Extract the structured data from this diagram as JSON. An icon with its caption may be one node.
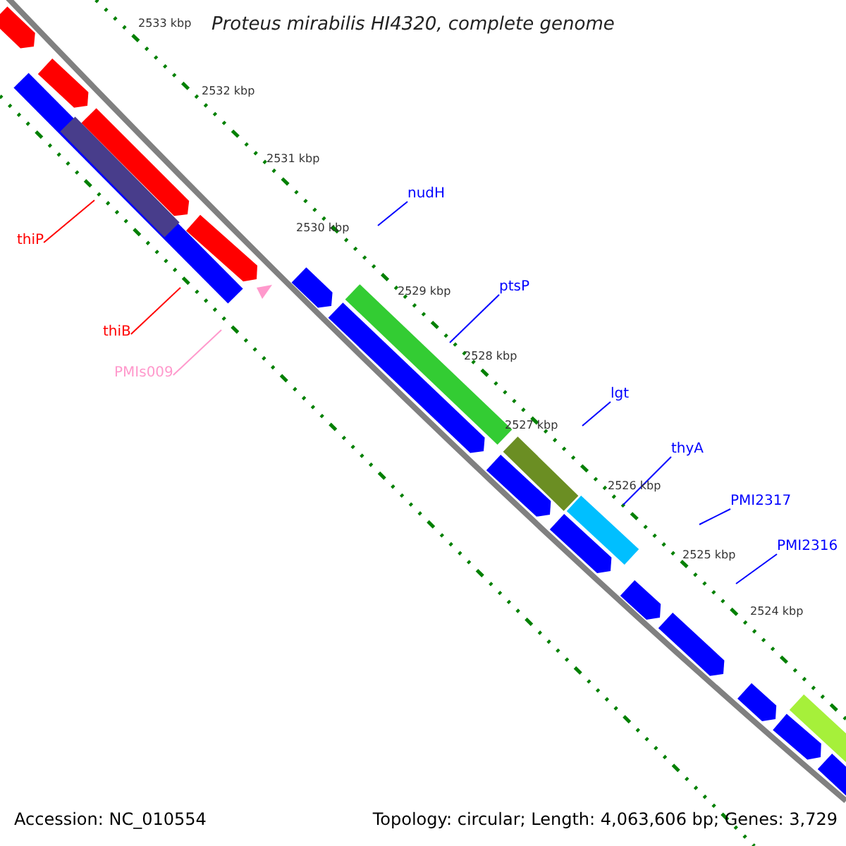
{
  "diagram": {
    "title": "Proteus mirabilis HI4320, complete genome",
    "nodes": [
      {
        "text": [
          "thiP"
        ]
      },
      {
        "text": [
          "thiB"
        ]
      },
      {
        "text": [
          "PMIs009"
        ]
      },
      {
        "text": [
          "nudH"
        ]
      },
      {
        "text": [
          "ptsP"
        ]
      },
      {
        "text": [
          "lgt"
        ]
      },
      {
        "text": [
          "thyA"
        ]
      },
      {
        "text": [
          "PMI2317"
        ]
      },
      {
        "text": [
          "PMI2316"
        ]
      }
    ],
    "edges": [
      {
        "from": 0,
        "to": null,
        "arrow": "none",
        "color": "#ff0000"
      },
      {
        "from": 1,
        "to": null,
        "arrow": "none",
        "color": "#ff0000"
      },
      {
        "from": 2,
        "to": null,
        "arrow": "none",
        "color": "#ff99cc"
      },
      {
        "from": 3,
        "to": null,
        "arrow": "none"
      },
      {
        "from": 4,
        "to": null,
        "arrow": "none"
      },
      {
        "from": 5,
        "to": null,
        "arrow": "none"
      },
      {
        "from": 6,
        "to": null,
        "arrow": "none"
      },
      {
        "from": 7,
        "to": null,
        "arrow": "none"
      },
      {
        "from": 8,
        "to": null,
        "arrow": "none"
      }
    ],
    "labels": [
      "2533 kbp",
      "2532 kbp",
      "2531 kbp",
      "2530 kbp",
      "2529 kbp",
      "2528 kbp",
      "2527 kbp",
      "2526 kbp",
      "2525 kbp",
      "2524 kbp",
      "Accession: NC_010554",
      "Topology: circular; Length: 4,063,606 bp; Genes: 3,729"
    ]
  }
}
